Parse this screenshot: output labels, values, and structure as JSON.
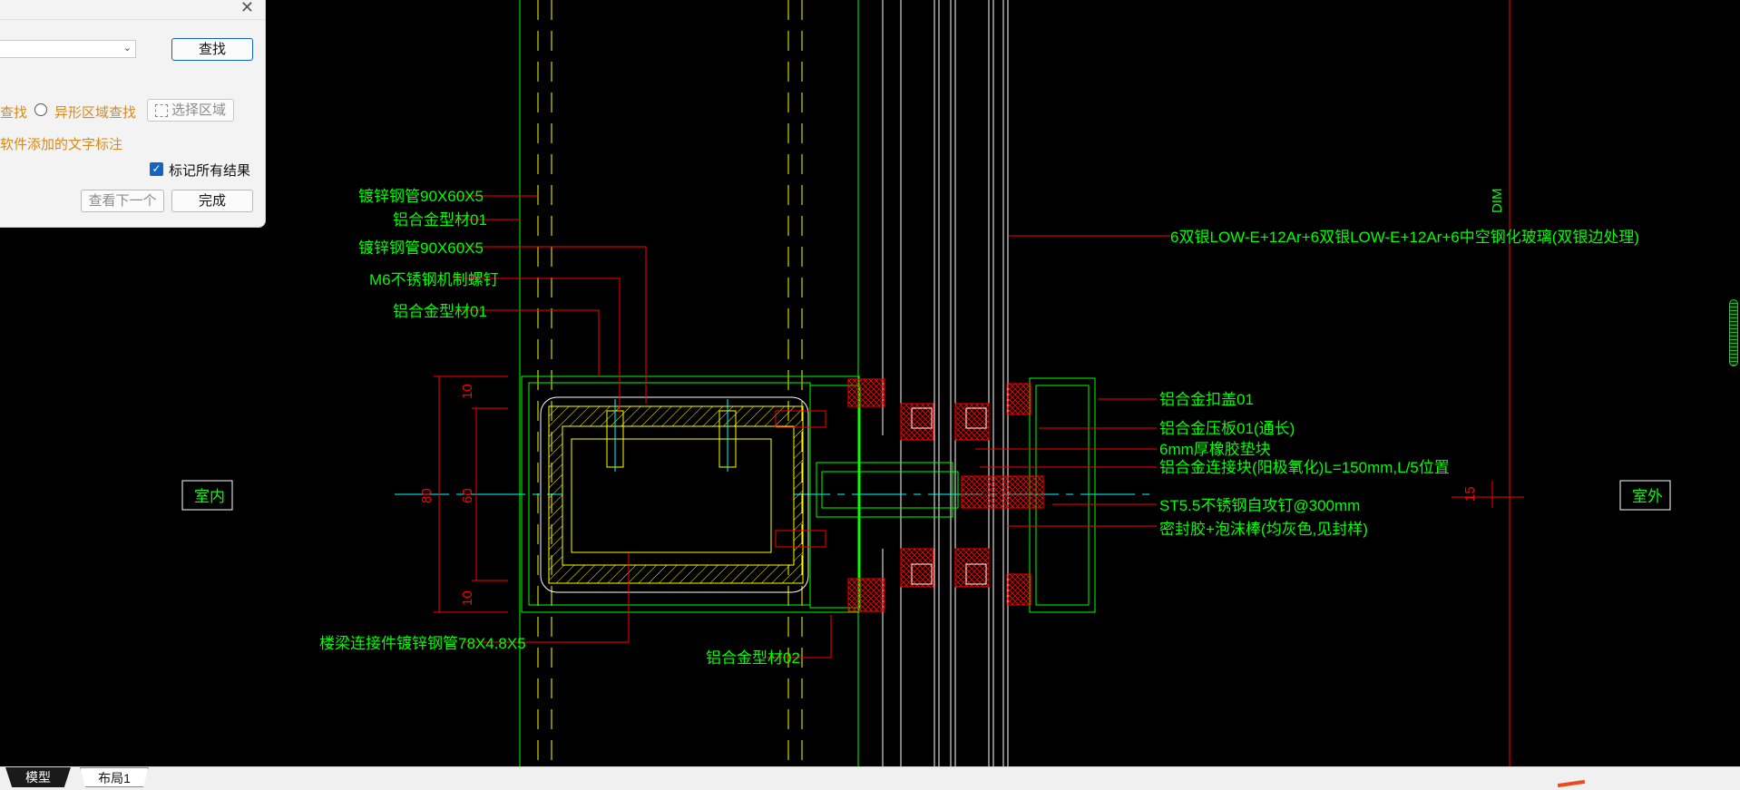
{
  "dialog": {
    "find_button": "查找",
    "area_find_tail": "查找",
    "irregular_region_find": "异形区域查找",
    "select_region_button": "选择区域",
    "annotation_hint": "软件添加的文字标注",
    "mark_all_results": "标记所有结果",
    "find_next_button": "查看下一个",
    "done_button": "完成"
  },
  "drawing": {
    "labels": {
      "steel_tube_1": "镀锌钢管90X60X5",
      "alu_profile_01_a": "铝合金型材01",
      "steel_tube_2": "镀锌钢管90X60X5",
      "m6_bolt": "M6不锈钢机制螺钉",
      "alu_profile_01_b": "铝合金型材01",
      "floor_connector": "楼梁连接件镀锌钢管78X4.8X5",
      "alu_profile_02": "铝合金型材02",
      "glass_spec": "6双银LOW-E+12Ar+6双银LOW-E+12Ar+6中空钢化玻璃(双银边处理)",
      "alu_cover_01": "铝合金扣盖01",
      "alu_pressure_plate": "铝合金压板01(通长)",
      "glass_pad": "6mm厚橡胶垫块",
      "alu_connector": "铝合金连接块(阳极氧化)L=150mm,L/5位置",
      "screw_st55": "ST5.5不锈钢自攻钉@300mm",
      "sealant": "密封胶+泡沫棒(均灰色,见封样)",
      "dim_80": "80",
      "dim_60": "60",
      "dim_10_top": "10",
      "dim_10_bottom": "10",
      "dim_15": "15",
      "dim_text": "DIM",
      "indoor": "室内",
      "outdoor": "室外"
    },
    "colors": {
      "green": "#00ff00",
      "red": "#ff0000",
      "yellow": "#ffff00",
      "white": "#ffffff",
      "cyan": "#00ffff",
      "magenta": "#ff00ff"
    }
  },
  "tabs": {
    "model": "模型",
    "layout1": "布局1"
  }
}
